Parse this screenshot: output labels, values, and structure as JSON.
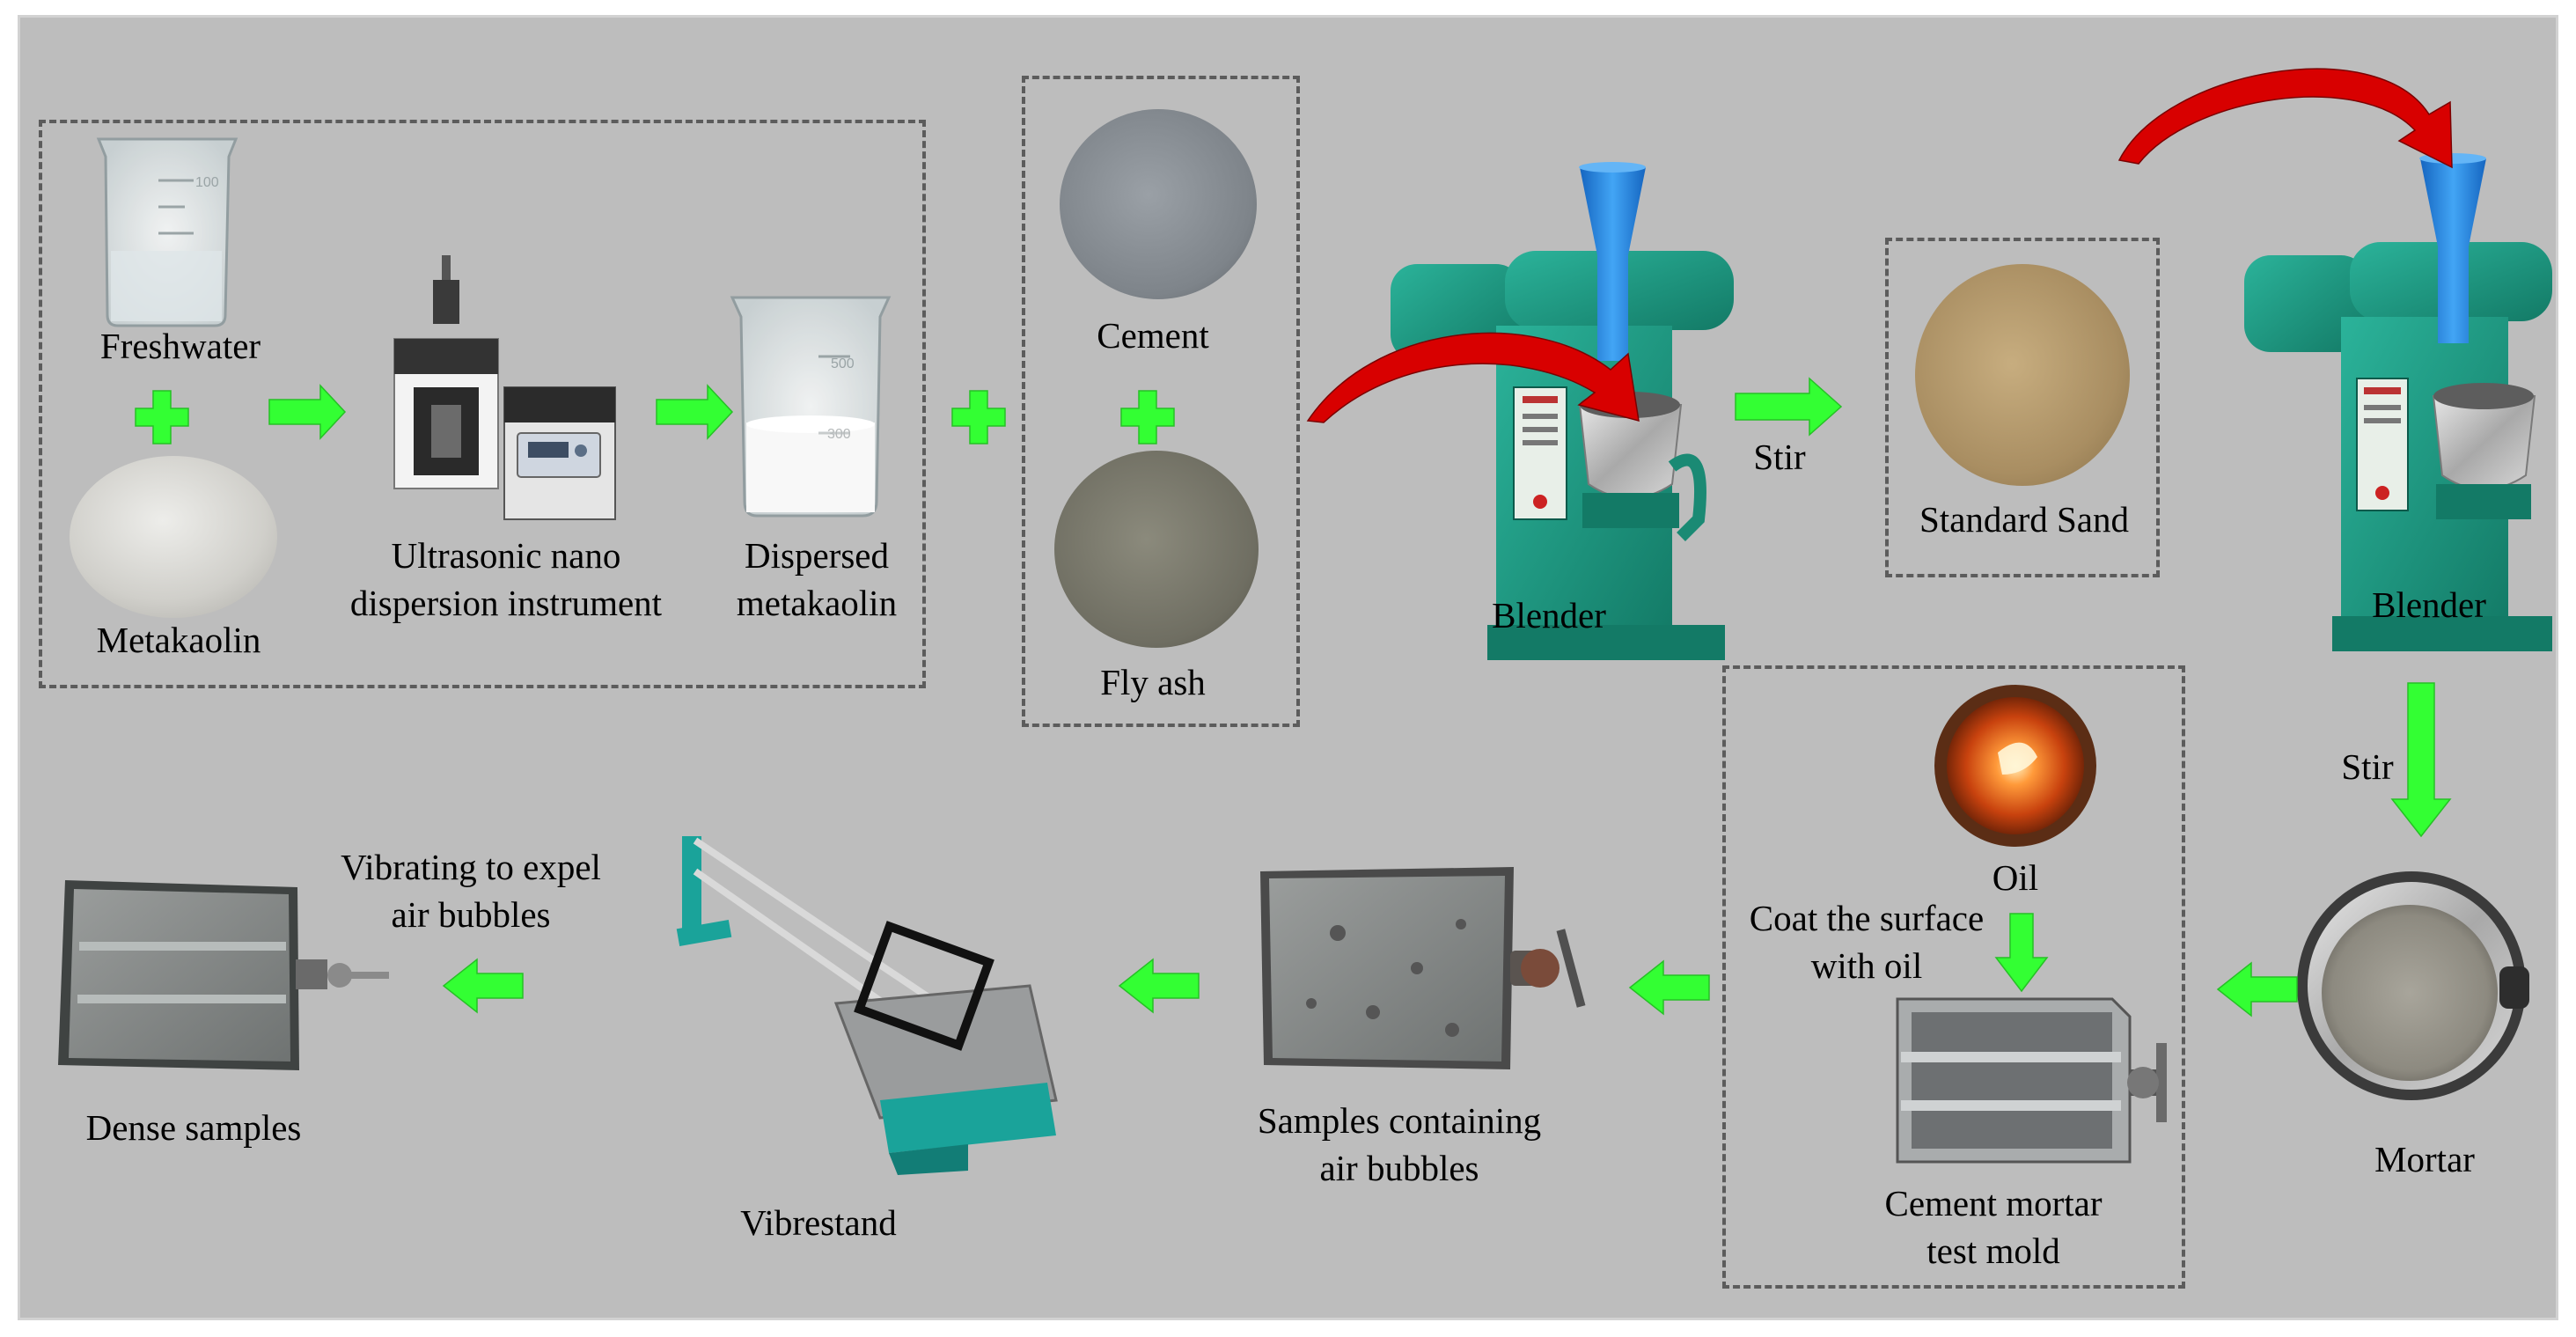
{
  "labels": {
    "freshwater": "Freshwater",
    "metakaolin": "Metakaolin",
    "ultrasonic_1": "Ultrasonic nano",
    "ultrasonic_2": "dispersion instrument",
    "dispersed_1": "Dispersed",
    "dispersed_2": "metakaolin",
    "cement": "Cement",
    "fly_ash": "Fly ash",
    "blender_1": "Blender",
    "stir_1": "Stir",
    "standard_sand": "Standard Sand",
    "blender_2": "Blender",
    "stir_2": "Stir",
    "mortar": "Mortar",
    "oil": "Oil",
    "coat_1": "Coat the surface",
    "coat_2": "with oil",
    "mold_1": "Cement mortar",
    "mold_2": "test mold",
    "samples_1": "Samples containing",
    "samples_2": "air bubbles",
    "vibrestand": "Vibrestand",
    "vibrating_1": "Vibrating to expel",
    "vibrating_2": "air bubbles",
    "dense": "Dense samples"
  },
  "beaker_marks": {
    "b1_a": "100",
    "b2_a": "500",
    "b2_b": "300"
  },
  "colors": {
    "background": "#bdbdbd",
    "arrow_green": "#33ff33",
    "arrow_red": "#d80000",
    "blender_teal": "#1f9e86",
    "funnel_blue": "#1e88e5",
    "dashed_border": "#5c5c5c"
  }
}
